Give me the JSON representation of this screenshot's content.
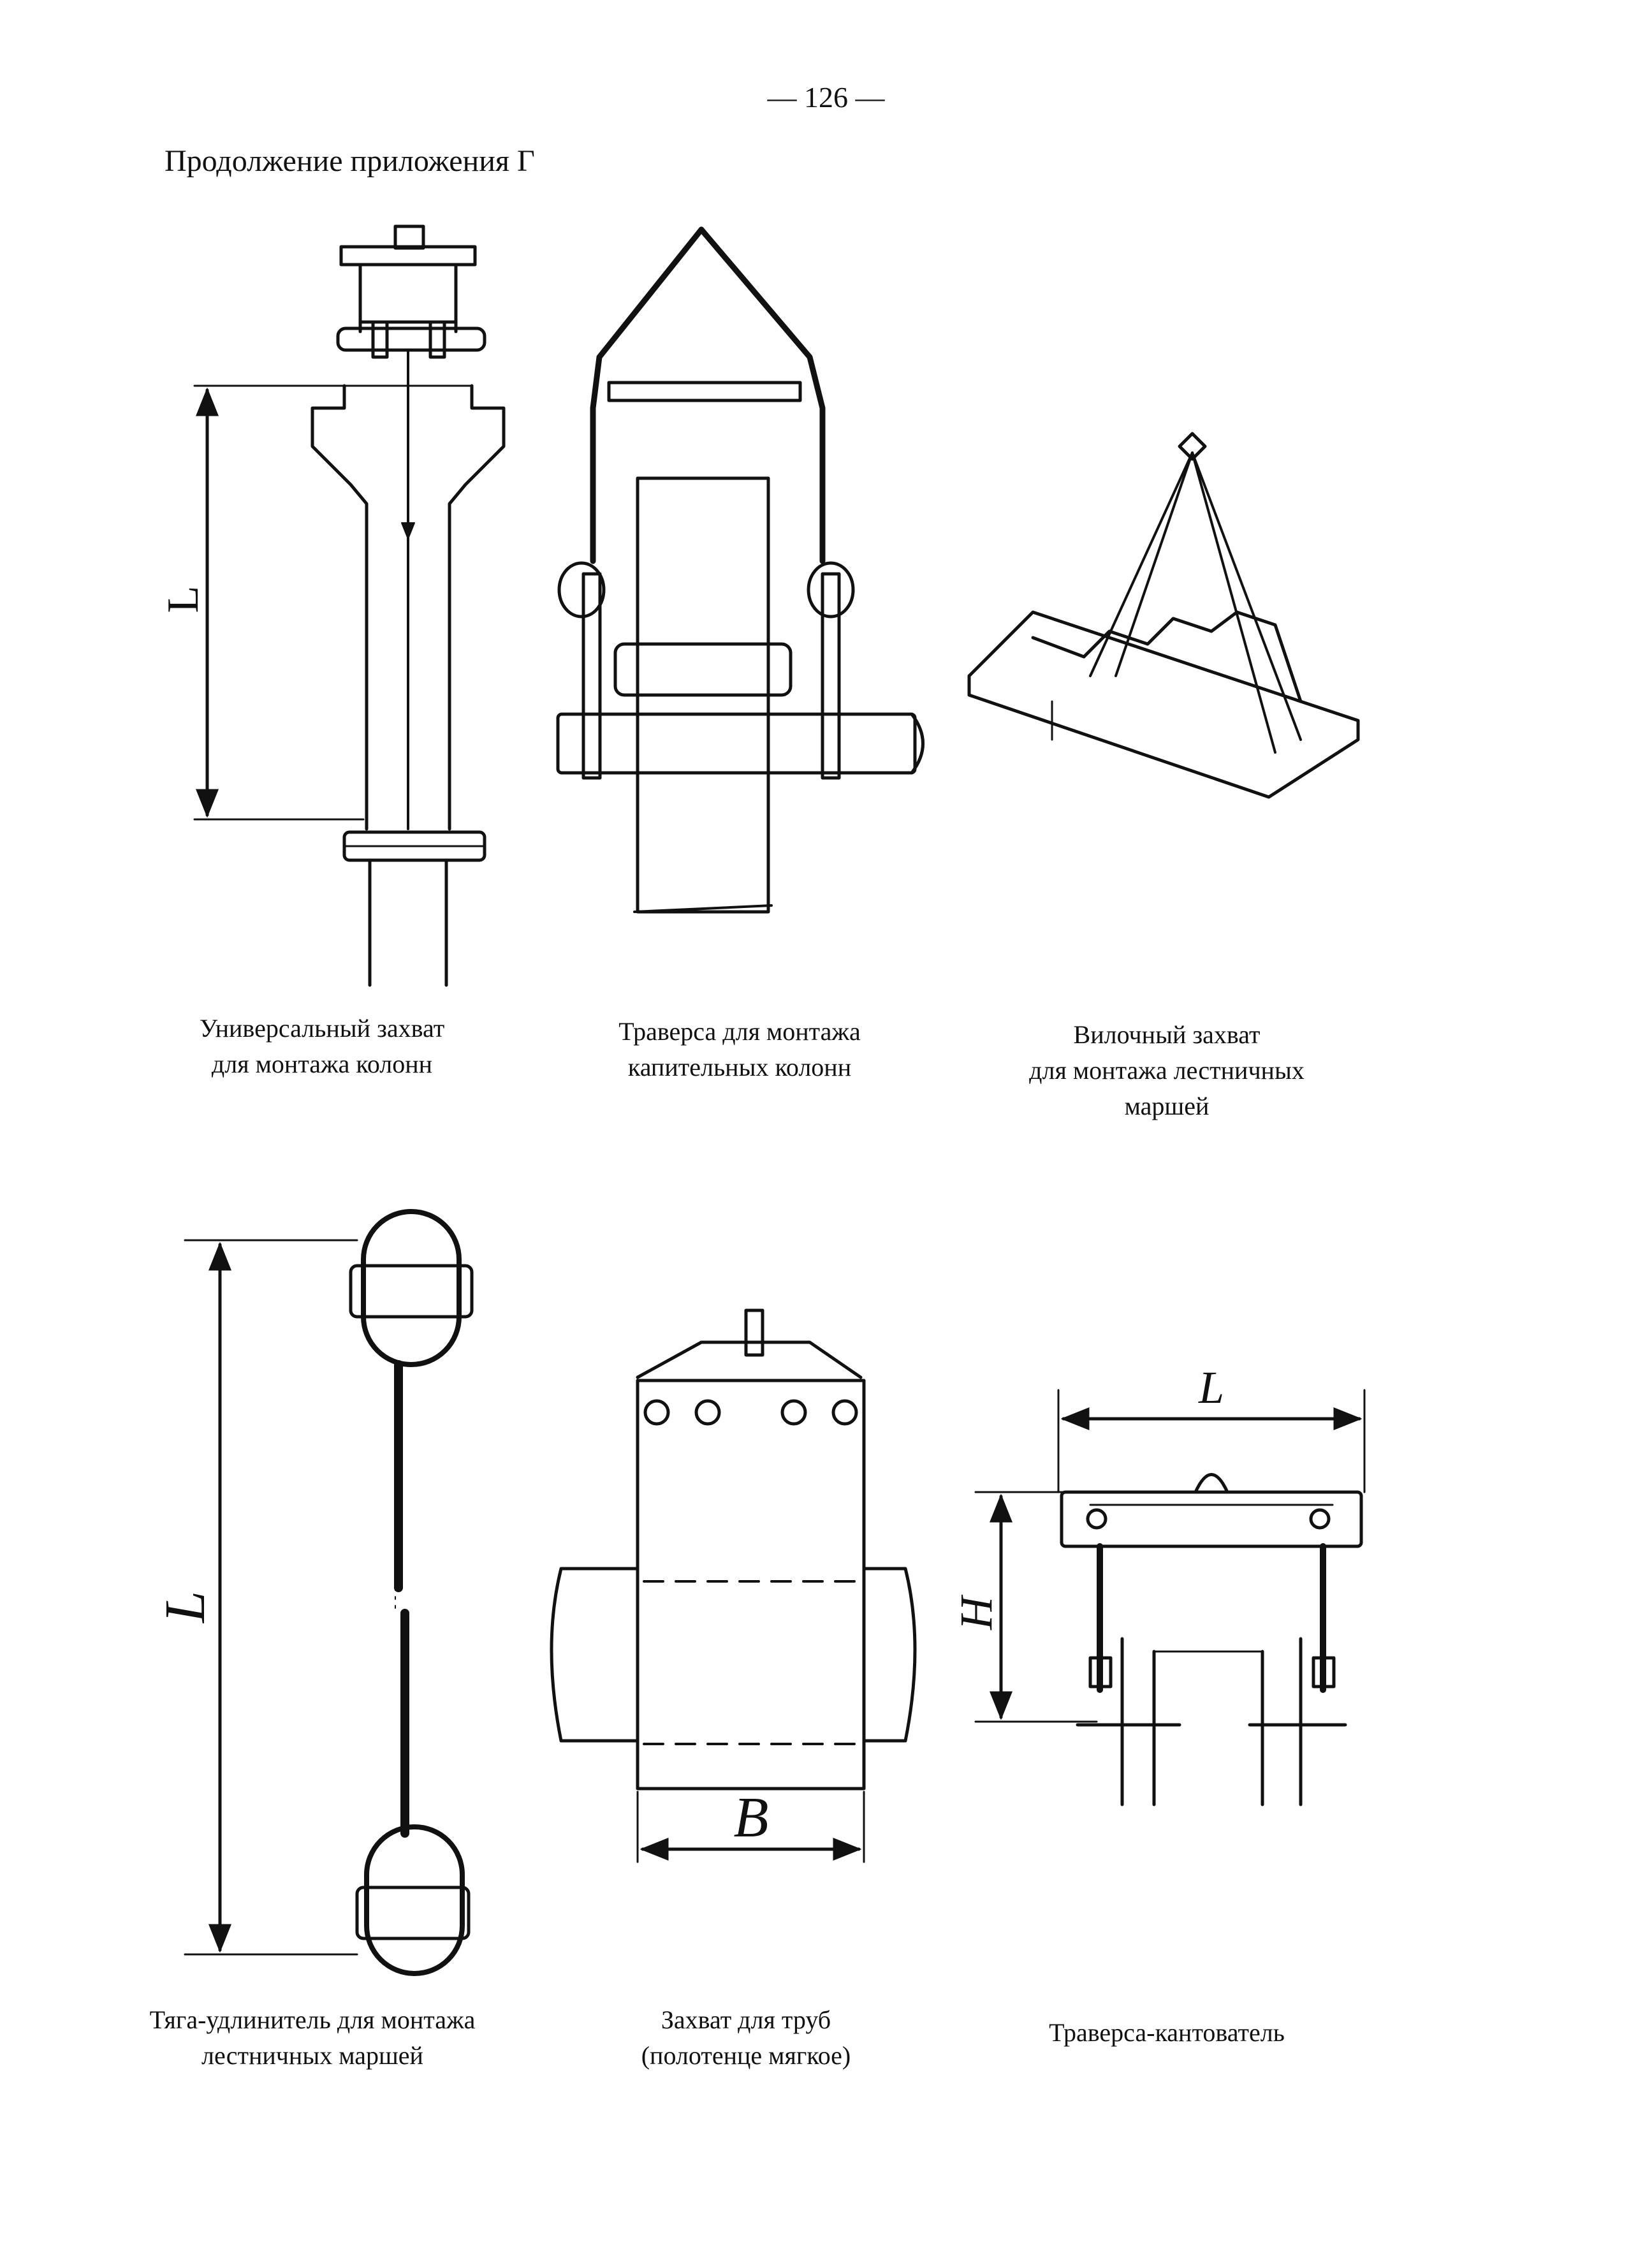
{
  "page": {
    "number": "— 126 —",
    "heading": "Продолжение приложения Г"
  },
  "figures": [
    {
      "caption_lines": [
        "Универсальный захват",
        "для монтажа колонн"
      ],
      "dimension_label": "L"
    },
    {
      "caption_lines": [
        "Траверса для монтажа",
        "капительных колонн"
      ]
    },
    {
      "caption_lines": [
        "Вилочный захват",
        "для монтажа лестничных",
        "маршей"
      ]
    },
    {
      "caption_lines": [
        "Тяга-удлинитель для монтажа",
        "лестничных маршей"
      ],
      "dimension_label": "L"
    },
    {
      "caption_lines": [
        "Захват для труб",
        "(полотенце мягкое)"
      ],
      "dimension_label": "B"
    },
    {
      "caption_lines": [
        "Траверса-кантователь"
      ],
      "dimension_labels": [
        "L",
        "H"
      ]
    }
  ]
}
